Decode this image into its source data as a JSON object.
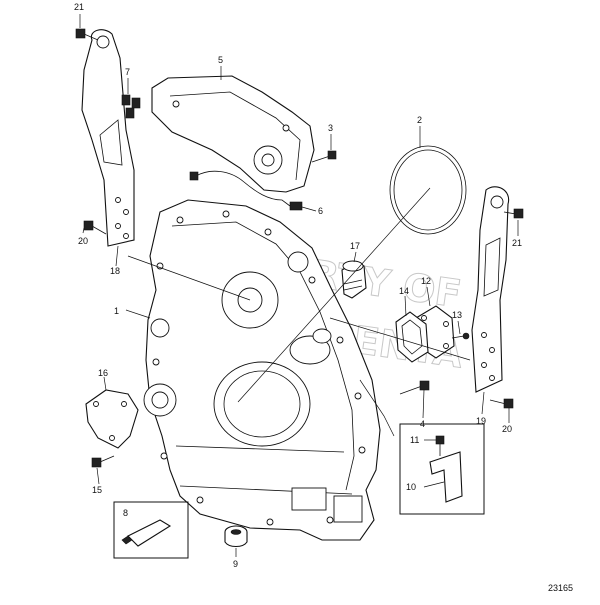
{
  "diagram": {
    "figure_id": "23165",
    "watermark_line1": "PROPERTY OF",
    "watermark_line2": "VOLVO PENTA",
    "callouts": {
      "c1": "1",
      "c2": "2",
      "c3": "3",
      "c4": "4",
      "c5": "5",
      "c6": "6",
      "c7": "7",
      "c8": "8",
      "c9": "9",
      "c10": "10",
      "c11": "11",
      "c12": "12",
      "c13": "13",
      "c14": "14",
      "c15": "15",
      "c16": "16",
      "c17": "17",
      "c18": "18",
      "c19": "19",
      "c20a": "20",
      "c20b": "20",
      "c21a": "21",
      "c21b": "21"
    }
  }
}
